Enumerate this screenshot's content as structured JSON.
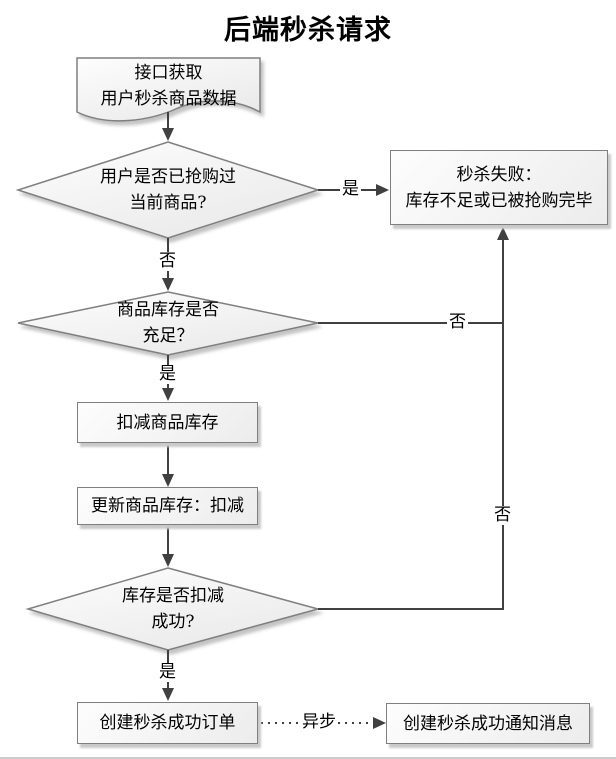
{
  "title": "后端秒杀请求",
  "colors": {
    "line": "#404040",
    "shape_border": "#7f7f7f",
    "shape_fill_light": "#fdfdfd",
    "shape_fill_dark": "#ececec",
    "shadow": "#c9c9c9",
    "text": "#000000",
    "background": "#ffffff"
  },
  "nodes": {
    "fetch_data": {
      "type": "document",
      "line1": "接口获取",
      "line2": "用户秒杀商品数据"
    },
    "check_purchased": {
      "type": "decision",
      "line1": "用户是否已抢购过",
      "line2": "当前商品?"
    },
    "seckill_fail": {
      "type": "process",
      "line1": "秒杀失败：",
      "line2": "库存不足或已被抢购完毕"
    },
    "check_stock": {
      "type": "decision",
      "line1": "商品库存是否",
      "line2": "充足？"
    },
    "deduct_stock": {
      "type": "process",
      "label": "扣减商品库存"
    },
    "update_stock": {
      "type": "process",
      "label": "更新商品库存：扣减"
    },
    "check_deduct": {
      "type": "decision",
      "line1": "库存是否扣减",
      "line2": "成功?"
    },
    "create_order": {
      "type": "process",
      "label": "创建秒杀成功订单"
    },
    "create_notice": {
      "type": "process",
      "label": "创建秒杀成功通知消息"
    }
  },
  "edge_labels": {
    "purchased_yes": "是",
    "purchased_no": "否",
    "stock_no": "否",
    "stock_yes": "是",
    "deduct_no": "否",
    "deduct_yes": "是",
    "async": "异步"
  }
}
